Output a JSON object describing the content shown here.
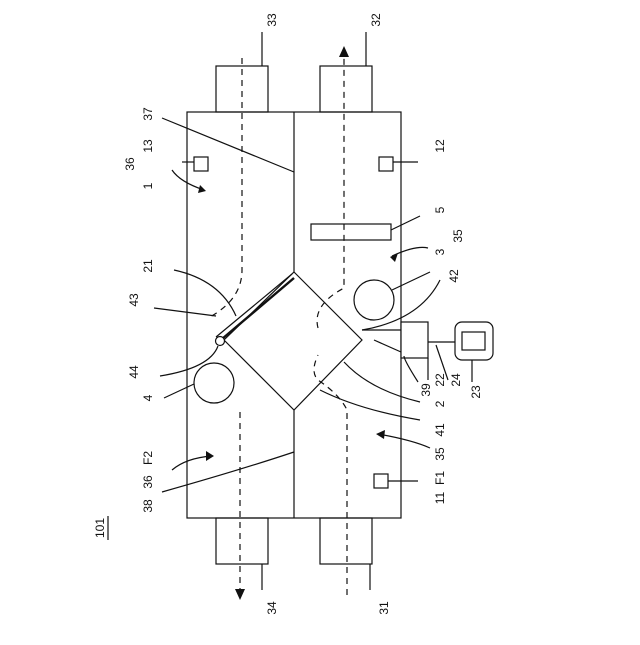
{
  "figure_label": "101",
  "reference_numerals": {
    "r1": "1",
    "r2": "2",
    "r3": "3",
    "r4": "4",
    "r5": "5",
    "r11": "11",
    "r12": "12",
    "r13": "13",
    "r21": "21",
    "r22": "22",
    "r23": "23",
    "r24": "24",
    "r31": "31",
    "r32": "32",
    "r33": "33",
    "r34": "34",
    "r35a": "35",
    "r35b": "35",
    "r36a": "36",
    "r36b": "36",
    "r37": "37",
    "r38": "38",
    "r39": "39",
    "r41": "41",
    "r42": "42",
    "r43": "43",
    "r44": "44"
  },
  "flow_labels": {
    "f1": "F1",
    "f2": "F2"
  }
}
